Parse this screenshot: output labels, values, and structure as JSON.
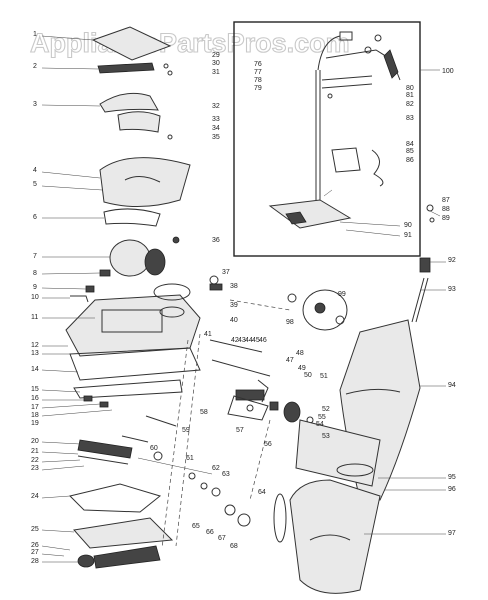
{
  "watermark": "AppliancePartsPros.com",
  "labels_left": [
    "1",
    "2",
    "3",
    "4",
    "5",
    "6",
    "7",
    "8",
    "9",
    "10",
    "11",
    "12",
    "13",
    "14",
    "15",
    "16",
    "17",
    "18",
    "19",
    "20",
    "21",
    "22",
    "23",
    "24",
    "25",
    "26",
    "27",
    "28"
  ],
  "labels_mid": [
    "29",
    "30",
    "31",
    "32",
    "33",
    "34",
    "35",
    "36",
    "37",
    "38",
    "39",
    "40",
    "41",
    "42",
    "43",
    "44",
    "45",
    "46",
    "47",
    "48",
    "49",
    "50",
    "51",
    "52",
    "53",
    "54",
    "55",
    "56",
    "57",
    "58",
    "59",
    "60",
    "61",
    "62",
    "63",
    "64",
    "65",
    "66",
    "67",
    "68"
  ],
  "labels_right": [
    "76",
    "77",
    "78",
    "79",
    "80",
    "81",
    "82",
    "83",
    "84",
    "85",
    "86",
    "87",
    "88",
    "89",
    "90",
    "91",
    "92",
    "93",
    "94",
    "95",
    "96",
    "97",
    "98",
    "99"
  ],
  "label_100": "100"
}
